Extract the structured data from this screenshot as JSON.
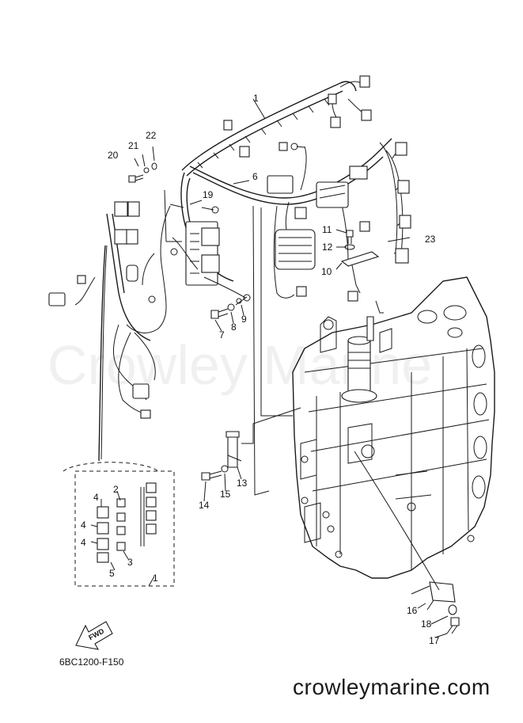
{
  "watermark": "Crowley Marine",
  "diagram_code": "6BC1200-F150",
  "footer_site": "crowleymarine.com",
  "fwd_label": "FWD",
  "callouts": {
    "c1": "1",
    "c1b": "1",
    "c2": "2",
    "c3": "3",
    "c4a": "4",
    "c4b": "4",
    "c4c": "4",
    "c5": "5",
    "c6": "6",
    "c7": "7",
    "c8": "8",
    "c9": "9",
    "c10": "10",
    "c11": "11",
    "c12": "12",
    "c13": "13",
    "c14": "14",
    "c15": "15",
    "c16": "16",
    "c17": "17",
    "c18": "18",
    "c19": "19",
    "c20": "20",
    "c21": "21",
    "c22": "22",
    "c23": "23"
  }
}
